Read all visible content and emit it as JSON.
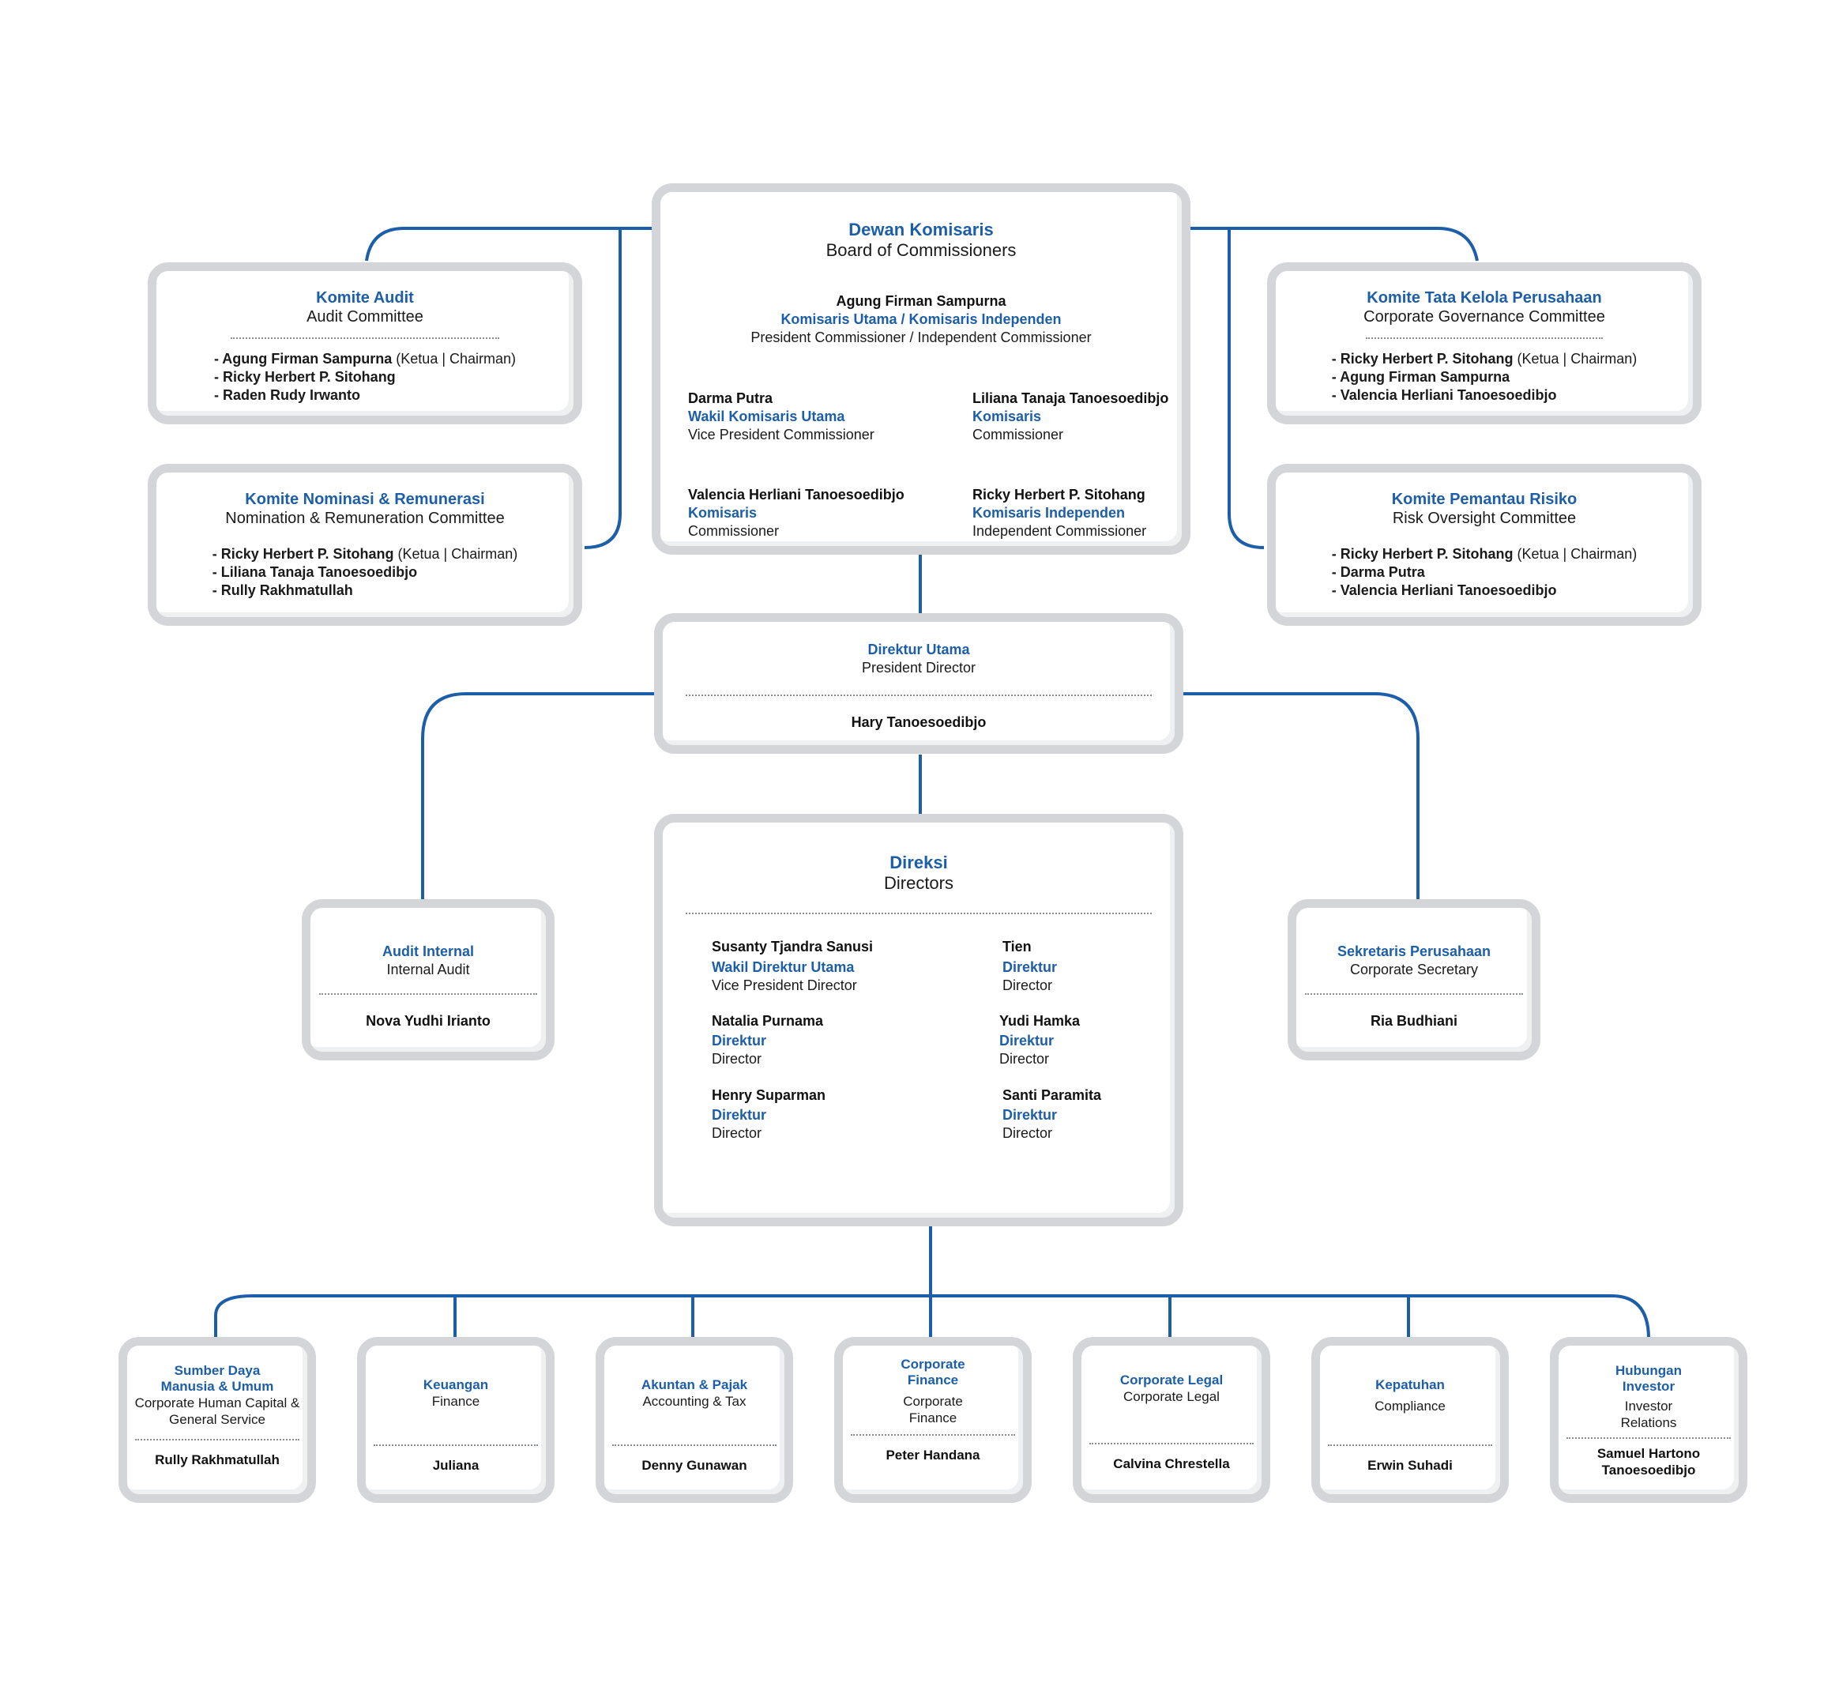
{
  "colors": {
    "connector": "#1d5ea8",
    "box_border": "#d3d5d8",
    "accent": "#1d5ea8"
  },
  "board": {
    "title_id": "Dewan Komisaris",
    "title_en": "Board of Commissioners",
    "president": {
      "name": "Agung Firman Sampurna",
      "role_id": "Komisaris Utama / Komisaris Independen",
      "role_en": "President Commissioner / Independent Commissioner"
    },
    "members": [
      {
        "name": "Darma Putra",
        "role_id": "Wakil Komisaris Utama",
        "role_en": "Vice President Commissioner"
      },
      {
        "name": "Liliana Tanaja Tanoesoedibjo",
        "role_id": "Komisaris",
        "role_en": "Commissioner"
      },
      {
        "name": "Valencia Herliani Tanoesoedibjo",
        "role_id": "Komisaris",
        "role_en": "Commissioner"
      },
      {
        "name": "Ricky Herbert P. Sitohang",
        "role_id": "Komisaris Independen",
        "role_en": "Independent Commissioner"
      }
    ]
  },
  "committees": {
    "audit": {
      "title_id": "Komite Audit",
      "title_en": "Audit Committee",
      "members": [
        {
          "name": "- Agung Firman Sampurna",
          "suffix": " (Ketua | Chairman)"
        },
        {
          "name": "- Ricky Herbert P. Sitohang",
          "suffix": ""
        },
        {
          "name": "- Raden Rudy Irwanto",
          "suffix": ""
        }
      ]
    },
    "nomination": {
      "title_id": "Komite Nominasi & Remunerasi",
      "title_en": "Nomination & Remuneration Committee",
      "members": [
        {
          "name": "- Ricky Herbert P. Sitohang",
          "suffix": " (Ketua | Chairman)"
        },
        {
          "name": "- Liliana Tanaja Tanoesoedibjo",
          "suffix": ""
        },
        {
          "name": "- Rully Rakhmatullah",
          "suffix": ""
        }
      ]
    },
    "governance": {
      "title_id": "Komite Tata Kelola Perusahaan",
      "title_en": "Corporate Governance Committee",
      "members": [
        {
          "name": "- Ricky Herbert P. Sitohang",
          "suffix": "  (Ketua | Chairman)"
        },
        {
          "name": "- Agung Firman Sampurna",
          "suffix": ""
        },
        {
          "name": "- Valencia Herliani Tanoesoedibjo",
          "suffix": ""
        }
      ]
    },
    "risk": {
      "title_id": "Komite Pemantau Risiko",
      "title_en": "Risk Oversight Committee",
      "members": [
        {
          "name": "- Ricky Herbert P. Sitohang",
          "suffix": " (Ketua | Chairman)"
        },
        {
          "name": "- Darma Putra",
          "suffix": ""
        },
        {
          "name": "- Valencia Herliani Tanoesoedibjo",
          "suffix": ""
        }
      ]
    }
  },
  "president_director": {
    "title_id": "Direktur Utama",
    "title_en": "President Director",
    "name": "Hary Tanoesoedibjo"
  },
  "audit_internal": {
    "title_id": "Audit Internal",
    "title_en": "Internal Audit",
    "name": "Nova Yudhi Irianto"
  },
  "corporate_secretary": {
    "title_id": "Sekretaris Perusahaan",
    "title_en": "Corporate Secretary",
    "name": "Ria Budhiani"
  },
  "directors": {
    "title_id": "Direksi",
    "title_en": "Directors",
    "members": [
      {
        "name": "Susanty Tjandra Sanusi",
        "role_id": "Wakil Direktur Utama",
        "role_en": "Vice President Director"
      },
      {
        "name": "Tien",
        "role_id": "Direktur",
        "role_en": "Director"
      },
      {
        "name": "Natalia Purnama",
        "role_id": "Direktur",
        "role_en": "Director"
      },
      {
        "name": "Yudi Hamka",
        "role_id": "Direktur",
        "role_en": "Director"
      },
      {
        "name": "Henry Suparman",
        "role_id": "Direktur",
        "role_en": "Director"
      },
      {
        "name": "Santi Paramita",
        "role_id": "Direktur",
        "role_en": "Director"
      }
    ]
  },
  "units": [
    {
      "title_id": "Sumber Daya Manusia & Umum",
      "title_en": "Corporate Human Capital & General Service",
      "name": "Rully Rakhmatullah"
    },
    {
      "title_id": "Keuangan",
      "title_en": "Finance",
      "name": "Juliana"
    },
    {
      "title_id": "Akuntan & Pajak",
      "title_en": "Accounting & Tax",
      "name": "Denny Gunawan"
    },
    {
      "title_id": "Corporate Finance",
      "title_en": "Corporate Finance",
      "name": "Peter Handana"
    },
    {
      "title_id": "Corporate Legal",
      "title_en": "Corporate Legal",
      "name": "Calvina Chrestella"
    },
    {
      "title_id": "Kepatuhan",
      "title_en": "Compliance",
      "name": "Erwin Suhadi"
    },
    {
      "title_id": "Hubungan Investor",
      "title_en": "Investor Relations",
      "name": "Samuel Hartono Tanoesoedibjo"
    }
  ]
}
